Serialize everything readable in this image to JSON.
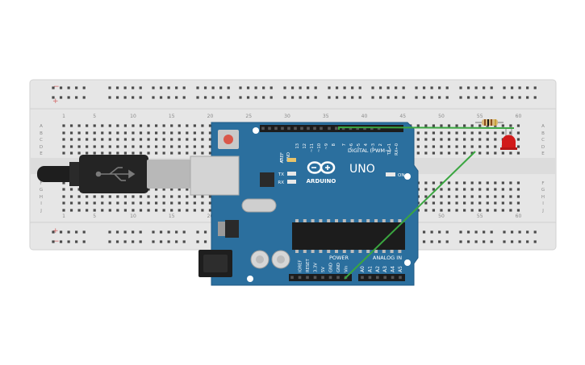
{
  "breadboard": {
    "column_numbers": [
      "1",
      "5",
      "10",
      "15",
      "20",
      "25",
      "30",
      "35",
      "40",
      "45",
      "50",
      "55",
      "60"
    ],
    "row_letters_top": [
      "A",
      "B",
      "C",
      "D",
      "E"
    ],
    "row_letters_bottom": [
      "F",
      "G",
      "H",
      "I",
      "J"
    ],
    "rail_plus": "+",
    "rail_minus": "−"
  },
  "arduino": {
    "brand": "ARDUINO",
    "model": "UNO",
    "digital_label": "DIGITAL (PWM~)",
    "power_label": "POWER",
    "analog_label": "ANALOG IN",
    "on_label": "ON",
    "led_l": "L",
    "led_tx": "TX",
    "led_rx": "RX",
    "top_pins_left": [
      "AREF",
      "GND"
    ],
    "top_pins_right": [
      "13",
      "12",
      "~11",
      "~10",
      "~9",
      "8",
      "7",
      "~6",
      "~5",
      "4",
      "~3",
      "2",
      "TX→1",
      "RX←0"
    ],
    "power_pins": [
      "IOREF",
      "RESET",
      "3.3V",
      "5V",
      "GND",
      "GND",
      "Vin"
    ],
    "analog_pins": [
      "A0",
      "A1",
      "A2",
      "A3",
      "A4",
      "A5"
    ]
  },
  "colors": {
    "board": "#2b6f9e",
    "breadboard": "#e8e8e8",
    "wire": "#3aa640",
    "led": "#d11a1a"
  }
}
